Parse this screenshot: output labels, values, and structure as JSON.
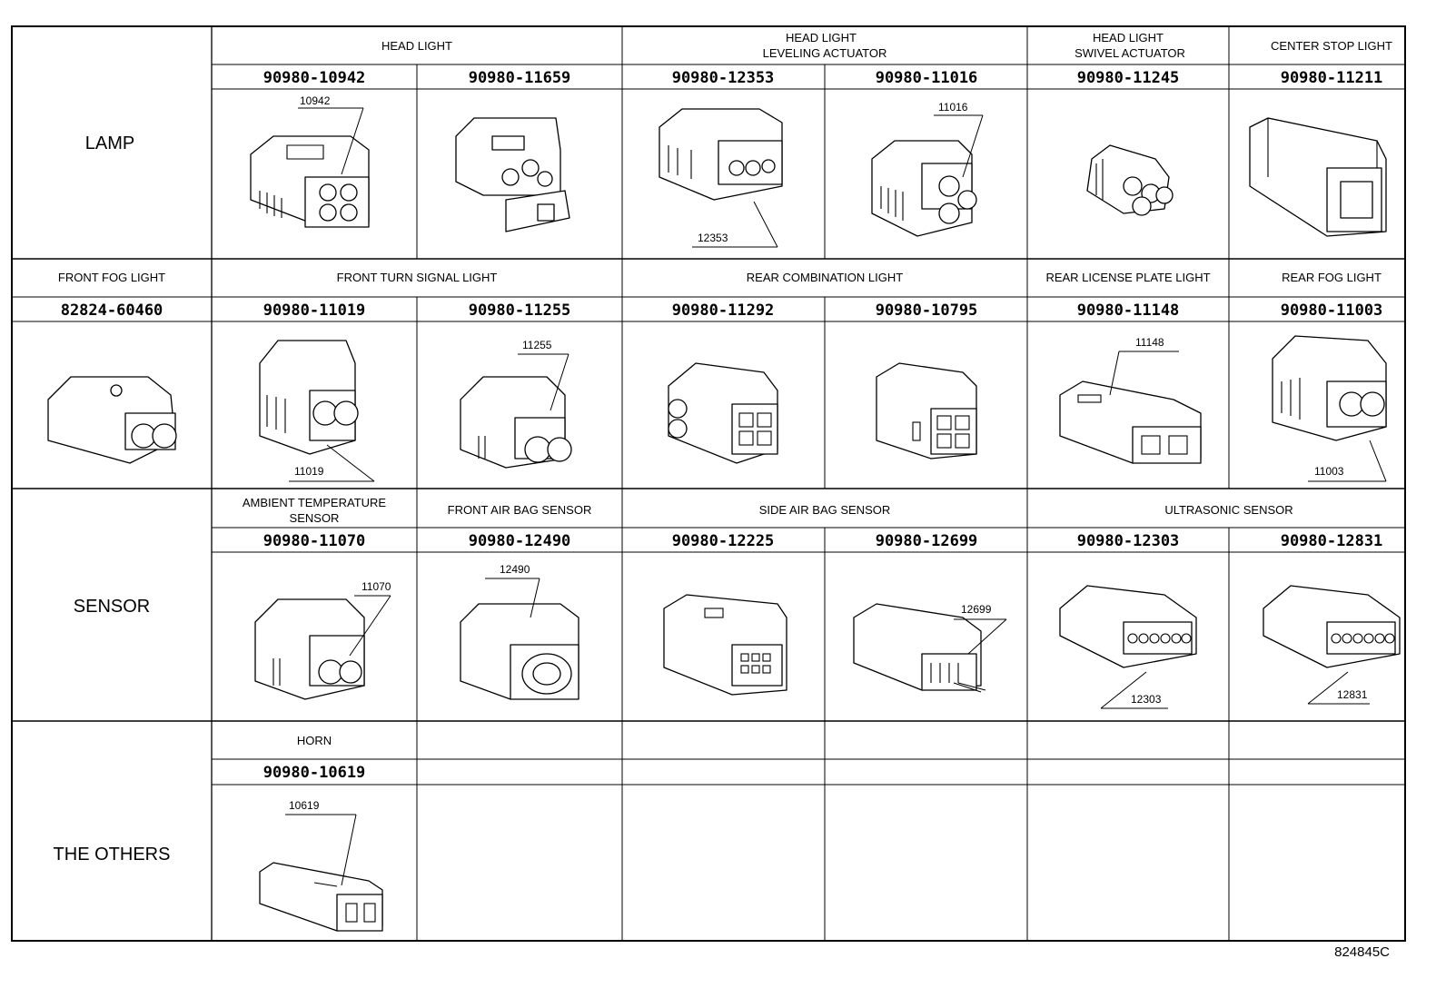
{
  "categories": {
    "lamp": "LAMP",
    "sensor": "SENSOR",
    "others": "THE OTHERS"
  },
  "lamp_row1": {
    "headers": [
      {
        "id": "head-light",
        "lines": [
          "HEAD LIGHT"
        ]
      },
      {
        "id": "head-light-leveling",
        "lines": [
          "HEAD LIGHT",
          "LEVELING ACTUATOR"
        ]
      },
      {
        "id": "head-light-swivel",
        "lines": [
          "HEAD LIGHT",
          "SWIVEL ACTUATOR"
        ]
      },
      {
        "id": "center-stop-light",
        "lines": [
          "CENTER STOP LIGHT"
        ]
      }
    ],
    "parts": [
      "90980-10942",
      "90980-11659",
      "90980-12353",
      "90980-11016",
      "90980-11245",
      "90980-11211"
    ],
    "callouts": [
      "10942",
      "",
      "12353",
      "11016",
      "",
      ""
    ]
  },
  "lamp_row2": {
    "headers": [
      {
        "id": "front-fog-light",
        "lines": [
          "FRONT FOG LIGHT"
        ]
      },
      {
        "id": "front-turn-signal-light",
        "lines": [
          "FRONT TURN SIGNAL LIGHT"
        ]
      },
      {
        "id": "rear-combination-light",
        "lines": [
          "REAR COMBINATION LIGHT"
        ]
      },
      {
        "id": "rear-license-plate-light",
        "lines": [
          "REAR LICENSE PLATE LIGHT"
        ]
      },
      {
        "id": "rear-fog-light",
        "lines": [
          "REAR FOG LIGHT"
        ]
      }
    ],
    "parts": [
      "82824-60460",
      "90980-11019",
      "90980-11255",
      "90980-11292",
      "90980-10795",
      "90980-11148",
      "90980-11003"
    ],
    "callouts": [
      "",
      "11019",
      "11255",
      "",
      "",
      "11148",
      "11003"
    ]
  },
  "sensor_row": {
    "headers": [
      {
        "id": "ambient-temperature-sensor",
        "lines": [
          "AMBIENT TEMPERATURE",
          "SENSOR"
        ]
      },
      {
        "id": "front-air-bag-sensor",
        "lines": [
          "FRONT AIR BAG SENSOR"
        ]
      },
      {
        "id": "side-air-bag-sensor",
        "lines": [
          "SIDE AIR BAG SENSOR"
        ]
      },
      {
        "id": "ultrasonic-sensor",
        "lines": [
          "ULTRASONIC SENSOR"
        ]
      }
    ],
    "parts": [
      "90980-11070",
      "90980-12490",
      "90980-12225",
      "90980-12699",
      "90980-12303",
      "90980-12831"
    ],
    "callouts": [
      "11070",
      "12490",
      "",
      "12699",
      "12303",
      "12831"
    ]
  },
  "others_row": {
    "headers": [
      {
        "id": "horn",
        "lines": [
          "HORN"
        ]
      }
    ],
    "parts": [
      "90980-10619"
    ],
    "callouts": [
      "10619"
    ]
  },
  "reference_code": "824845C"
}
